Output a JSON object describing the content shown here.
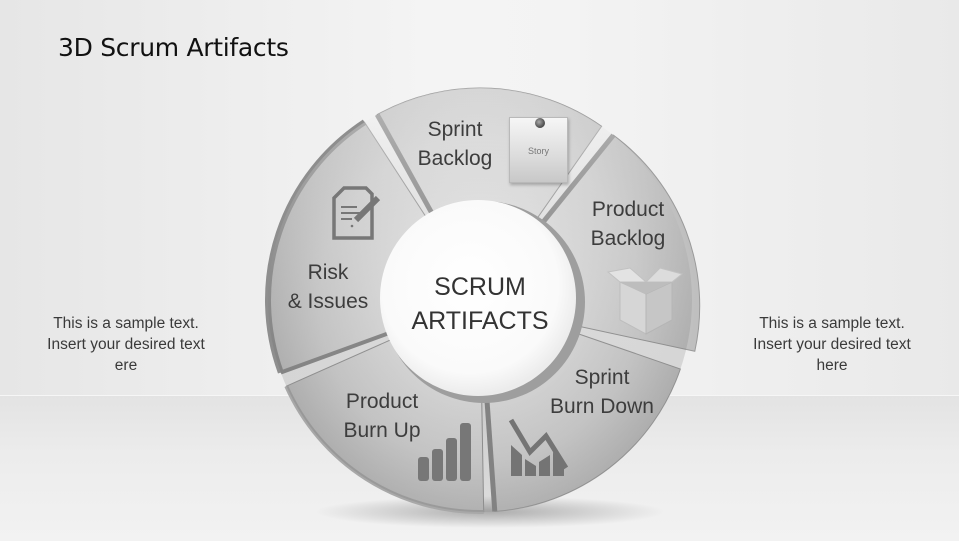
{
  "slide": {
    "title": "3D Scrum Artifacts"
  },
  "center": {
    "line1": "SCRUM",
    "line2": "ARTIFACTS"
  },
  "segments": [
    {
      "id": "sprint-backlog",
      "line1": "Sprint",
      "line2": "Backlog",
      "icon": "sticky-note-icon",
      "icon_text": "Story"
    },
    {
      "id": "product-backlog",
      "line1": "Product",
      "line2": "Backlog",
      "icon": "open-box-icon"
    },
    {
      "id": "sprint-burn-down",
      "line1": "Sprint",
      "line2": "Burn Down",
      "icon": "burn-down-chart-icon"
    },
    {
      "id": "product-burn-up",
      "line1": "Product",
      "line2": "Burn Up",
      "icon": "bar-chart-icon"
    },
    {
      "id": "risk-issues",
      "line1": "Risk",
      "line2": "& Issues",
      "icon": "document-edit-icon"
    }
  ],
  "side_text": {
    "left": {
      "line1": "This is a sample text.",
      "line2": "Insert your desired text",
      "line3": "ere"
    },
    "right": {
      "line1": "This is a sample text.",
      "line2": "Insert your desired text",
      "line3": "here"
    }
  },
  "colors": {
    "segment_light": "#e4e4e4",
    "segment_dark": "#bdbdbd",
    "segment_edge": "#8e8e8e",
    "icon": "#777777",
    "text": "#3d3d3d"
  }
}
